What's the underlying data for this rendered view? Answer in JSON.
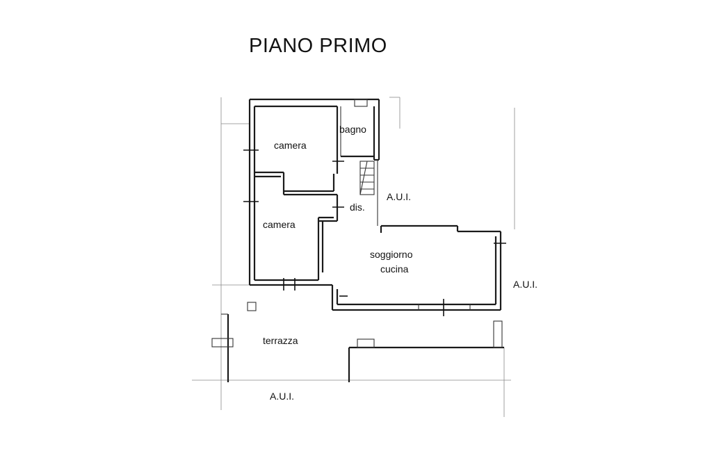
{
  "title": "PIANO PRIMO",
  "rooms": {
    "camera_top": "camera",
    "bagno": "bagno",
    "camera_bottom": "camera",
    "dis": "dis.",
    "soggiorno_line1": "soggiorno",
    "soggiorno_line2": "cucina",
    "terrazza": "terrazza"
  },
  "neighbors": {
    "aui_right_upper": "A.U.I.",
    "aui_right_lower": "A.U.I.",
    "aui_bottom": "A.U.I."
  }
}
